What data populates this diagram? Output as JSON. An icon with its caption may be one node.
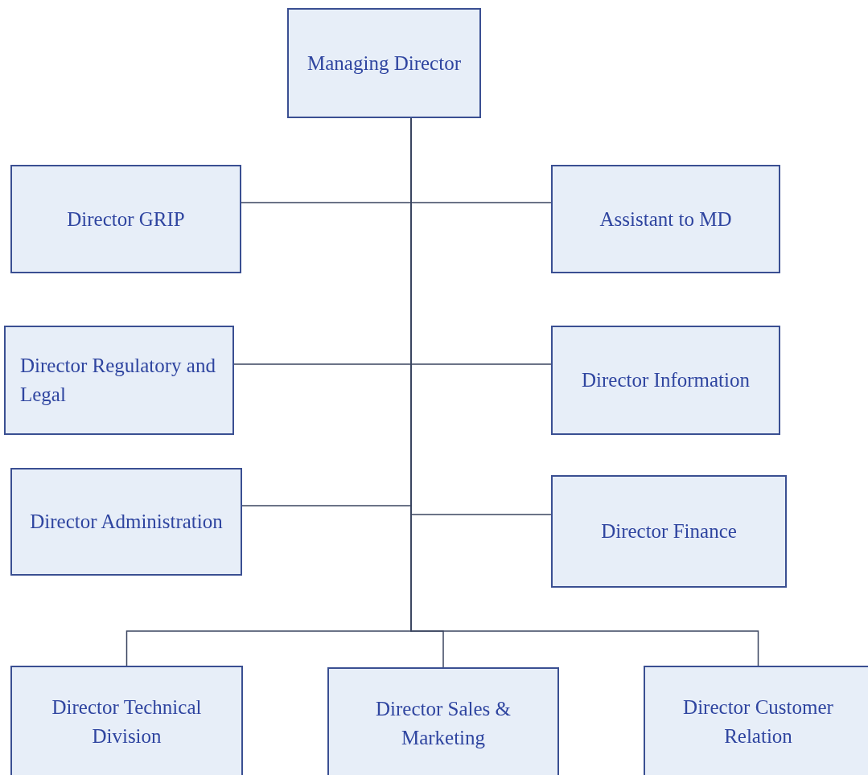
{
  "diagram": {
    "nodes": [
      {
        "text": [
          "Managing Director"
        ]
      },
      {
        "text": [
          "Director GRIP"
        ]
      },
      {
        "text": [
          "Assistant to MD"
        ]
      },
      {
        "text": [
          "Director Regulatory and Legal"
        ]
      },
      {
        "text": [
          "Director Information"
        ]
      },
      {
        "text": [
          "Director Administration"
        ]
      },
      {
        "text": [
          "Director Finance"
        ]
      },
      {
        "text": [
          "Director Technical Division"
        ]
      },
      {
        "text": [
          "Director Sales & Marketing"
        ]
      },
      {
        "text": [
          "Director Customer Relation"
        ]
      }
    ],
    "edges": [
      {
        "from": 0,
        "to": 1,
        "arrow": "none"
      },
      {
        "from": 0,
        "to": 2,
        "arrow": "none"
      },
      {
        "from": 0,
        "to": 3,
        "arrow": "none"
      },
      {
        "from": 0,
        "to": 4,
        "arrow": "none"
      },
      {
        "from": 0,
        "to": 5,
        "arrow": "none"
      },
      {
        "from": 0,
        "to": 6,
        "arrow": "none"
      },
      {
        "from": 0,
        "to": 7,
        "arrow": "none"
      },
      {
        "from": 0,
        "to": 8,
        "arrow": "none"
      },
      {
        "from": 0,
        "to": 9,
        "arrow": "none"
      }
    ]
  }
}
